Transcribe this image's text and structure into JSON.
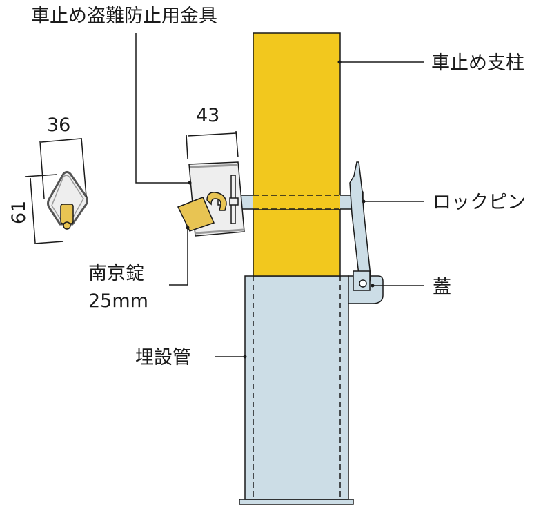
{
  "labels": {
    "title": "車止め盗難防止用金具",
    "post": "車止め支柱",
    "lock_pin": "ロックピン",
    "lid": "蓋",
    "buried_pipe": "埋設管",
    "padlock": "南京錠",
    "padlock_size": "25mm"
  },
  "dimensions": {
    "bracket_width": "43",
    "padlock_width": "36",
    "padlock_height": "61"
  },
  "colors": {
    "post": "#F2C81E",
    "pipe": "#CCDDE6",
    "bracket": "#EEEEEE",
    "padlock": "#E8C453"
  }
}
